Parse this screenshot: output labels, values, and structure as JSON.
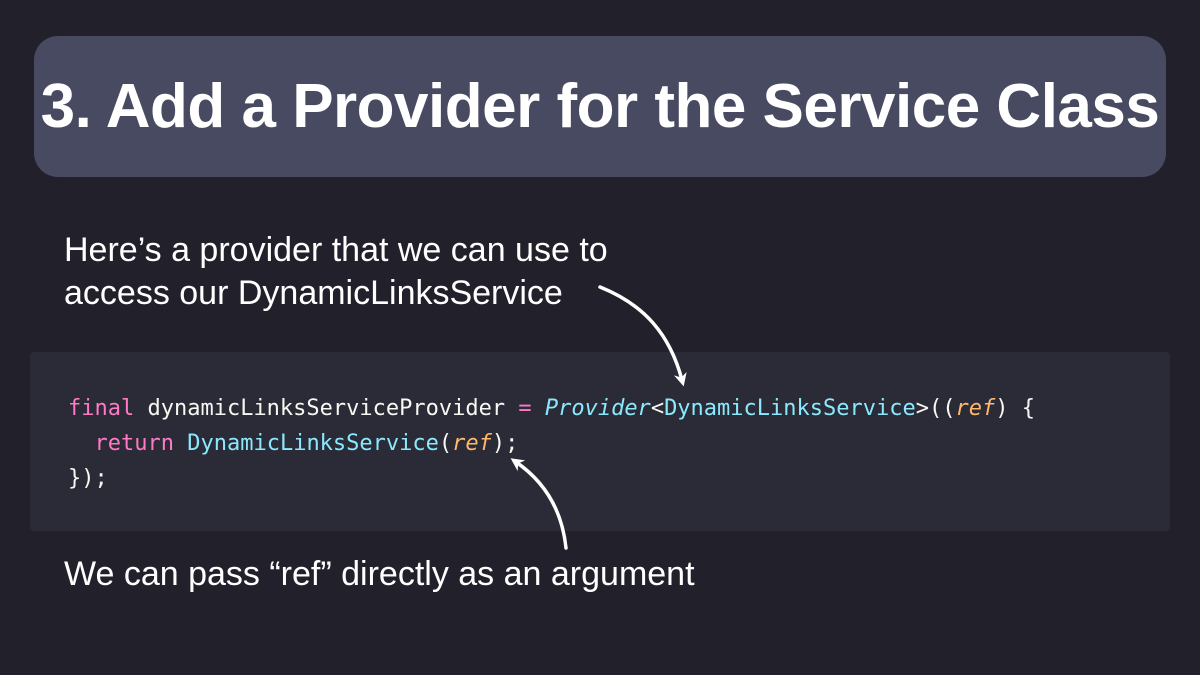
{
  "title": "3. Add a Provider for the Service Class",
  "captions": {
    "top_line1": "Here’s a provider that we can use to",
    "top_line2": "access our DynamicLinksService",
    "bottom": "We can pass “ref” directly as an argument"
  },
  "code": {
    "line1": {
      "kw_final": "final",
      "name": " dynamicLinksServiceProvider ",
      "op_eq": "=",
      "space": " ",
      "provider": "Provider",
      "lt": "<",
      "service_type": "DynamicLinksService",
      "gt_paren": ">((",
      "ref": "ref",
      "close": ") {"
    },
    "line2": {
      "indent": "  ",
      "kw_return": "return",
      "space": " ",
      "service_ctor": "DynamicLinksService",
      "open": "(",
      "ref": "ref",
      "close": ");"
    },
    "line3": "});"
  },
  "colors": {
    "background": "#22212b",
    "title_box": "#484a62",
    "code_background": "#2a2b37",
    "keyword": "#ff79c6",
    "class_name": "#8be9fd",
    "parameter": "#ffb86c",
    "text": "#ffffff"
  },
  "icons": [
    "curved-arrow-icon",
    "curved-arrow-icon"
  ]
}
